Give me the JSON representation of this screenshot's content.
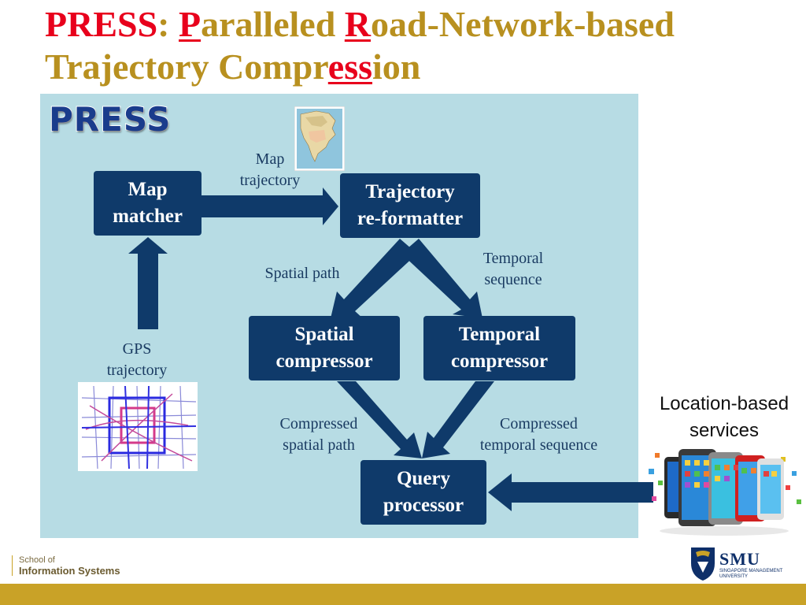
{
  "title": {
    "press": "PRESS",
    "colon": ": ",
    "p": "P",
    "aralleled": "aralleled ",
    "r": "R",
    "oad_rest": "oad-Network-based",
    "line2_a": "Trajectory Compr",
    "ess": "ess",
    "ion": "ion"
  },
  "logo": "PRESS",
  "boxes": {
    "map_matcher": "Map\nmatcher",
    "reformatter": "Trajectory\nre-formatter",
    "spatial": "Spatial\ncompressor",
    "temporal": "Temporal\ncompressor",
    "query": "Query\nprocessor"
  },
  "labels": {
    "map_trajectory": "Map\ntrajectory",
    "spatial_path": "Spatial path",
    "temporal_sequence": "Temporal\nsequence",
    "gps_trajectory": "GPS\ntrajectory",
    "compressed_spatial": "Compressed\nspatial path",
    "compressed_temporal": "Compressed\ntemporal sequence"
  },
  "location_based": "Location-based\nservices",
  "footer": {
    "school_of": "School of",
    "information_systems": "Information Systems",
    "smu": "SMU",
    "smu_sub": "SINGAPORE MANAGEMENT UNIVERSITY"
  },
  "colors": {
    "title_gold": "#b8901f",
    "title_red": "#e8001c",
    "box_navy": "#0f3a6a",
    "panel_bg": "#b7dce4",
    "footer_gold": "#c9a227"
  }
}
